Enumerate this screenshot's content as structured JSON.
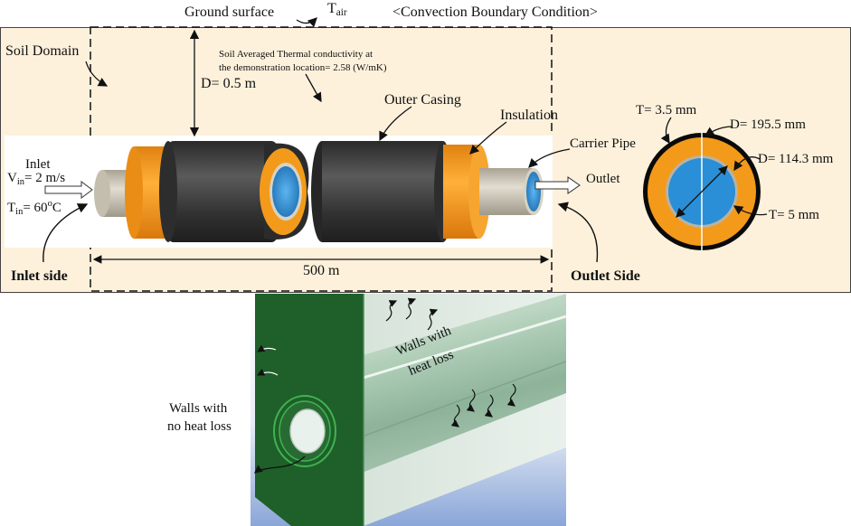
{
  "top": {
    "ground_surface": "Ground surface",
    "t_air": "T",
    "t_air_sub": "air",
    "boundary_condition": "<Convection Boundary Condition>",
    "soil_domain": "Soil Domain",
    "soil_conductivity_line1": "Soil Averaged Thermal conductivity  at",
    "soil_conductivity_line2": "the demonstration location= 2.58 (W/mK)",
    "depth": "D= 0.5 m",
    "outer_casing": "Outer Casing",
    "insulation": "Insulation",
    "carrier_pipe": "Carrier Pipe",
    "inlet": "Inlet",
    "v_in_prefix": "V",
    "v_in_sub": "in",
    "v_in_value": "= 2 m/s",
    "t_in_prefix": "T",
    "t_in_sub": "in",
    "t_in_value": "= 60",
    "t_in_sup": "o",
    "t_in_unit": "C",
    "outlet": "Outlet",
    "length": "500 m",
    "inlet_side": "Inlet side",
    "outlet_side": "Outlet Side"
  },
  "cross_section": {
    "casing_thickness": "T= 3.5 mm",
    "outer_diameter": "D= 195.5 mm",
    "inner_diameter": "D= 114.3 mm",
    "pipe_thickness": "T= 5 mm"
  },
  "bottom": {
    "walls_heat_loss_line1": "Walls with",
    "walls_heat_loss_line2": "heat loss",
    "walls_no_loss_line1": "Walls with",
    "walls_no_loss_line2": "no heat loss"
  },
  "colors": {
    "soil": "#fdf1dc",
    "casing": "#3a3a3a",
    "insulation": "#f39a1b",
    "carrier": "#cdc6b6",
    "fluid": "#2a8fd6",
    "wall_green": "#1f5f2a",
    "pipe_green": "#a9c9b0"
  }
}
